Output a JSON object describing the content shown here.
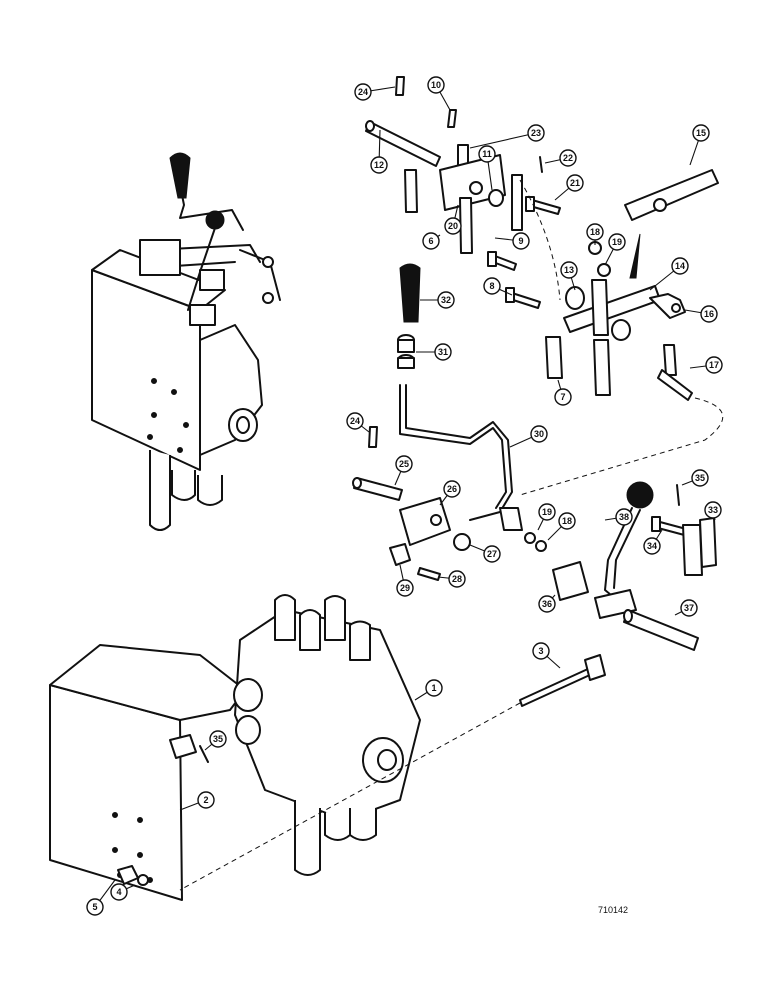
{
  "drawing_number": "710142",
  "callouts": [
    {
      "label": "24"
    },
    {
      "label": "10"
    },
    {
      "label": "23"
    },
    {
      "label": "12"
    },
    {
      "label": "11"
    },
    {
      "label": "22"
    },
    {
      "label": "21"
    },
    {
      "label": "15"
    },
    {
      "label": "20"
    },
    {
      "label": "6"
    },
    {
      "label": "9"
    },
    {
      "label": "18"
    },
    {
      "label": "19"
    },
    {
      "label": "13"
    },
    {
      "label": "8"
    },
    {
      "label": "14"
    },
    {
      "label": "32"
    },
    {
      "label": "16"
    },
    {
      "label": "31"
    },
    {
      "label": "7"
    },
    {
      "label": "17"
    },
    {
      "label": "24"
    },
    {
      "label": "25"
    },
    {
      "label": "30"
    },
    {
      "label": "26"
    },
    {
      "label": "35"
    },
    {
      "label": "38"
    },
    {
      "label": "19"
    },
    {
      "label": "18"
    },
    {
      "label": "33"
    },
    {
      "label": "27"
    },
    {
      "label": "34"
    },
    {
      "label": "29"
    },
    {
      "label": "28"
    },
    {
      "label": "36"
    },
    {
      "label": "37"
    },
    {
      "label": "3"
    },
    {
      "label": "1"
    },
    {
      "label": "35"
    },
    {
      "label": "2"
    },
    {
      "label": "4"
    },
    {
      "label": "5"
    }
  ]
}
